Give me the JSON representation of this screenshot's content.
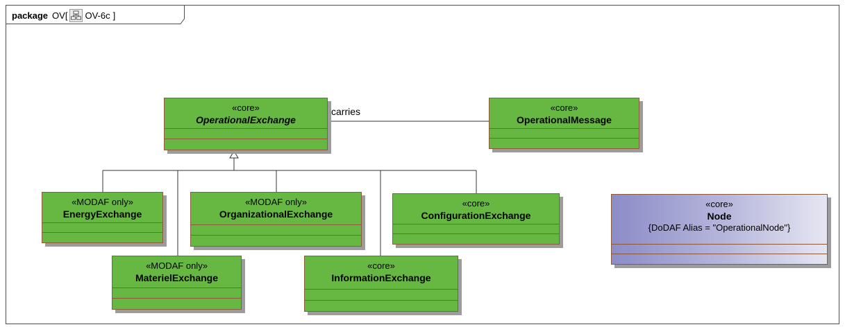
{
  "frame": {
    "kind": "package",
    "name": "OV[",
    "diagram": "OV-6c",
    "close": "]"
  },
  "association": {
    "label": "carries"
  },
  "classes": {
    "operational_exchange": {
      "stereotype": "«core»",
      "name": "OperationalExchange"
    },
    "operational_message": {
      "stereotype": "«core»",
      "name": "OperationalMessage"
    },
    "energy_exchange": {
      "stereotype": "«MODAF only»",
      "name": "EnergyExchange"
    },
    "organizational_exchange": {
      "stereotype": "«MODAF only»",
      "name": "OrganizationalExchange"
    },
    "configuration_exchange": {
      "stereotype": "«core»",
      "name": "ConfigurationExchange"
    },
    "materiel_exchange": {
      "stereotype": "«MODAF only»",
      "name": "MaterielExchange"
    },
    "information_exchange": {
      "stereotype": "«core»",
      "name": "InformationExchange"
    },
    "node": {
      "stereotype": "«core»",
      "name": "Node",
      "tag": "{DoDAF Alias = \"OperationalNode\"}"
    }
  },
  "colors": {
    "class_fill": "#66b842",
    "class_border": "#8b5a3c",
    "node_gradient": [
      "#8c8cc8",
      "#e6e6f2"
    ]
  }
}
